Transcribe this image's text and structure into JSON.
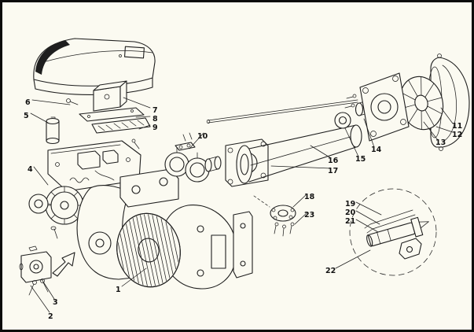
{
  "figure": {
    "kind": "exploded-parts-diagram",
    "subject": "oil burner assembly exploded view technical illustration",
    "paper_color": "#fbfaf1",
    "ink_color": "#1e1e1e",
    "border_color": "#0b0b0b"
  },
  "part_labels": [
    "1",
    "2",
    "3",
    "4",
    "5",
    "6",
    "7",
    "8",
    "9",
    "10",
    "11",
    "12",
    "13",
    "14",
    "15",
    "16",
    "17",
    "18",
    "19",
    "20",
    "21",
    "22",
    "23"
  ]
}
